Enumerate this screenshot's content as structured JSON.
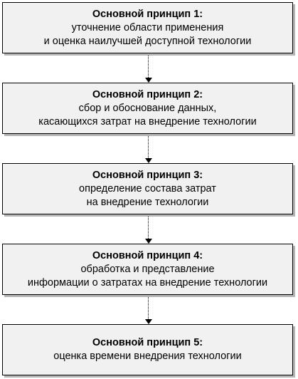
{
  "steps": [
    {
      "title": "Основной принцип 1:",
      "lines": [
        "уточнение области применения",
        "и оценка наилучшей доступной технологии"
      ]
    },
    {
      "title": "Основной принцип 2:",
      "lines": [
        "сбор и обоснование данных,",
        "касающихся затрат на внедрение технологии"
      ]
    },
    {
      "title": "Основной принцип 3:",
      "lines": [
        "определение состава затрат",
        "на внедрение технологии"
      ]
    },
    {
      "title": "Основной принцип 4:",
      "lines": [
        "обработка и представление",
        "информации о затратах на внедрение технологии"
      ]
    },
    {
      "title": "Основной принцип 5:",
      "lines": [
        "оценка времени внедрения технологии"
      ]
    }
  ],
  "colors": {
    "box_fill": "#f1f1f1",
    "box_border": "#000000",
    "shadow": "#b5b5b5",
    "text": "#000000"
  }
}
